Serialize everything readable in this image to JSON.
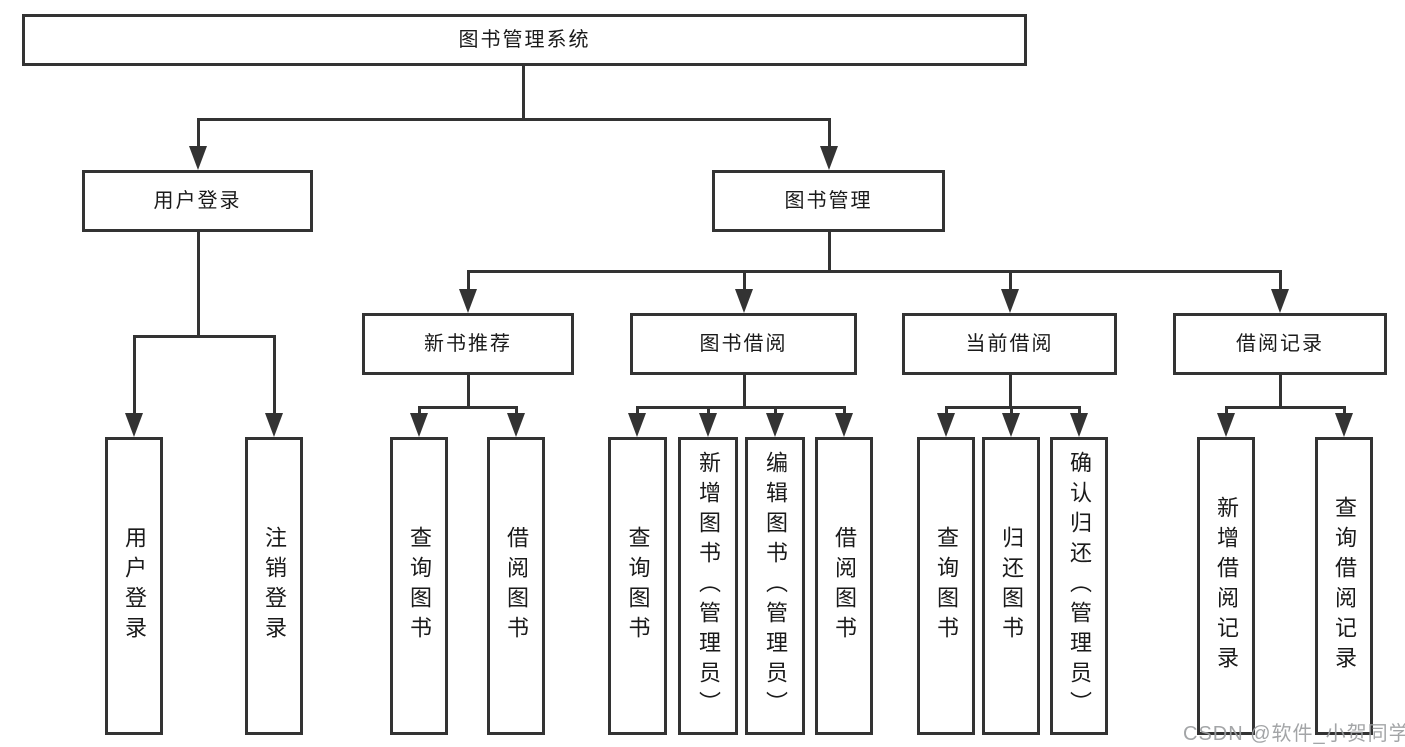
{
  "diagram": {
    "title": "图书管理系统",
    "type": "tree",
    "hierarchy": [
      {
        "label": "图书管理系统",
        "children": [
          {
            "label": "用户登录",
            "children": [
              {
                "label": "用户登录"
              },
              {
                "label": "注销登录"
              }
            ]
          },
          {
            "label": "图书管理",
            "children": [
              {
                "label": "新书推荐",
                "children": [
                  {
                    "label": "查询图书"
                  },
                  {
                    "label": "借阅图书"
                  }
                ]
              },
              {
                "label": "图书借阅",
                "children": [
                  {
                    "label": "查询图书"
                  },
                  {
                    "label": "新增图书（管理员）"
                  },
                  {
                    "label": "编辑图书（管理员）"
                  },
                  {
                    "label": "借阅图书"
                  }
                ]
              },
              {
                "label": "当前借阅",
                "children": [
                  {
                    "label": "查询图书"
                  },
                  {
                    "label": "归还图书"
                  },
                  {
                    "label": "确认归还（管理员）"
                  }
                ]
              },
              {
                "label": "借阅记录",
                "children": [
                  {
                    "label": "新增借阅记录"
                  },
                  {
                    "label": "查询借阅记录"
                  }
                ]
              }
            ]
          }
        ]
      }
    ]
  },
  "nodes": {
    "root": {
      "label": "图书管理系统"
    },
    "user_login": {
      "label": "用户登录"
    },
    "book_mgmt": {
      "label": "图书管理"
    },
    "new_book_rec": {
      "label": "新书推荐"
    },
    "book_borrow": {
      "label": "图书借阅"
    },
    "current_borrow": {
      "label": "当前借阅"
    },
    "borrow_record": {
      "label": "借阅记录"
    },
    "leaf_user_login": {
      "label": "用户登录"
    },
    "leaf_logout": {
      "label": "注销登录"
    },
    "leaf_query_book_1": {
      "label": "查询图书"
    },
    "leaf_borrow_book_1": {
      "label": "借阅图书"
    },
    "leaf_query_book_2": {
      "label": "查询图书"
    },
    "leaf_add_book": {
      "label": "新增图书（管理员）"
    },
    "leaf_edit_book": {
      "label": "编辑图书（管理员）"
    },
    "leaf_borrow_book_2": {
      "label": "借阅图书"
    },
    "leaf_query_book_3": {
      "label": "查询图书"
    },
    "leaf_return_book": {
      "label": "归还图书"
    },
    "leaf_confirm_return": {
      "label": "确认归还（管理员）"
    },
    "leaf_add_borrow_record": {
      "label": "新增借阅记录"
    },
    "leaf_query_borrow_record": {
      "label": "查询借阅记录"
    }
  },
  "watermark": {
    "text": "CSDN @软件_小贺同学"
  },
  "colors": {
    "line": "#333333",
    "text": "#1a1a1a",
    "background": "#ffffff",
    "watermark": "#9b9da0"
  }
}
